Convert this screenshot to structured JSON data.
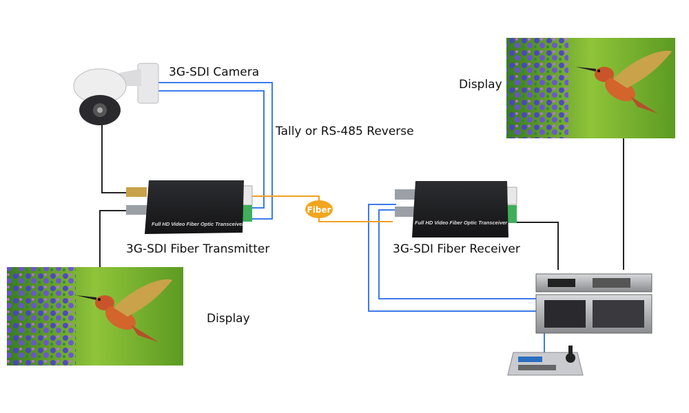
{
  "labels": {
    "camera": "3G-SDI Camera",
    "reverse": "Tally or RS-485 Reverse",
    "display_top": "Display",
    "display_bottom": "Display",
    "transmitter": "3G-SDI Fiber Transmitter",
    "receiver": "3G-SDI Fiber Receiver",
    "fiber": "Fiber",
    "device_print": "Full HD Video Fiber Optic Transceiver"
  },
  "colors": {
    "video_cable": "#222222",
    "data_cable": "#3a7bea",
    "fiber_cable": "#f0a020",
    "fiber_badge": "#f2a51e",
    "device_body": "#1e1f22",
    "terminal_block": "#3fae5a"
  }
}
